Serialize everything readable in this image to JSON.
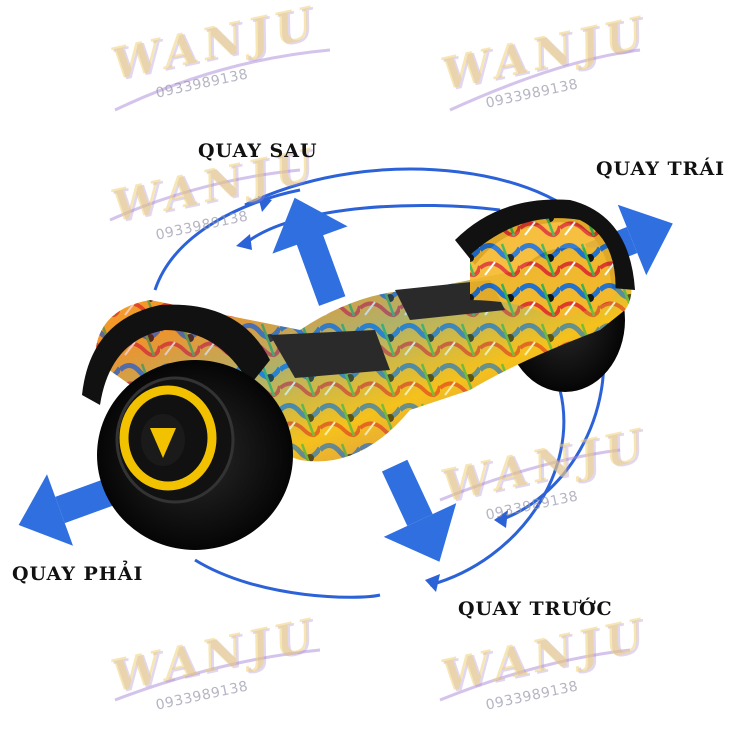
{
  "labels": {
    "rotate_back": "QUAY SAU",
    "rotate_left": "QUAY TRÁI",
    "rotate_right": "QUAY PHẢI",
    "rotate_forward": "QUAY TRƯỚC"
  },
  "watermark": {
    "brand": "WANJU",
    "phone": "0933989138"
  },
  "colors": {
    "arrow_blue": "#2f6fe0",
    "circle_blue": "#2c62d8",
    "wheel_yellow": "#f2c200"
  }
}
